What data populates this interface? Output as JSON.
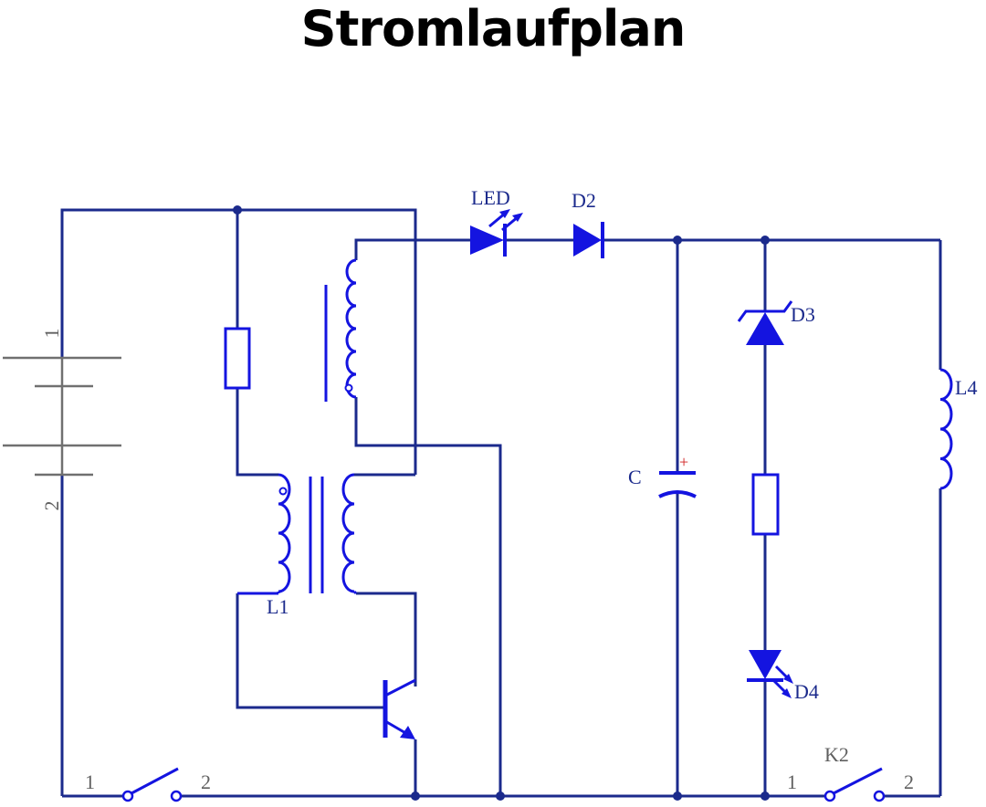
{
  "title": "Stromlaufplan",
  "colors": {
    "wire": "#1b2a8c",
    "component": "#1414e0",
    "battery": "#707070",
    "polarity": "#d02020"
  },
  "labels": {
    "led": "LED",
    "d2": "D2",
    "d3": "D3",
    "d4": "D4",
    "l1": "L1",
    "l4": "L4",
    "c": "C",
    "plus": "+",
    "k2": "K2",
    "battery_pin_1": "1",
    "battery_pin_2": "2",
    "switch1_pin_1": "1",
    "switch1_pin_2": "2",
    "k2_pin_1": "1",
    "k2_pin_2": "2"
  }
}
